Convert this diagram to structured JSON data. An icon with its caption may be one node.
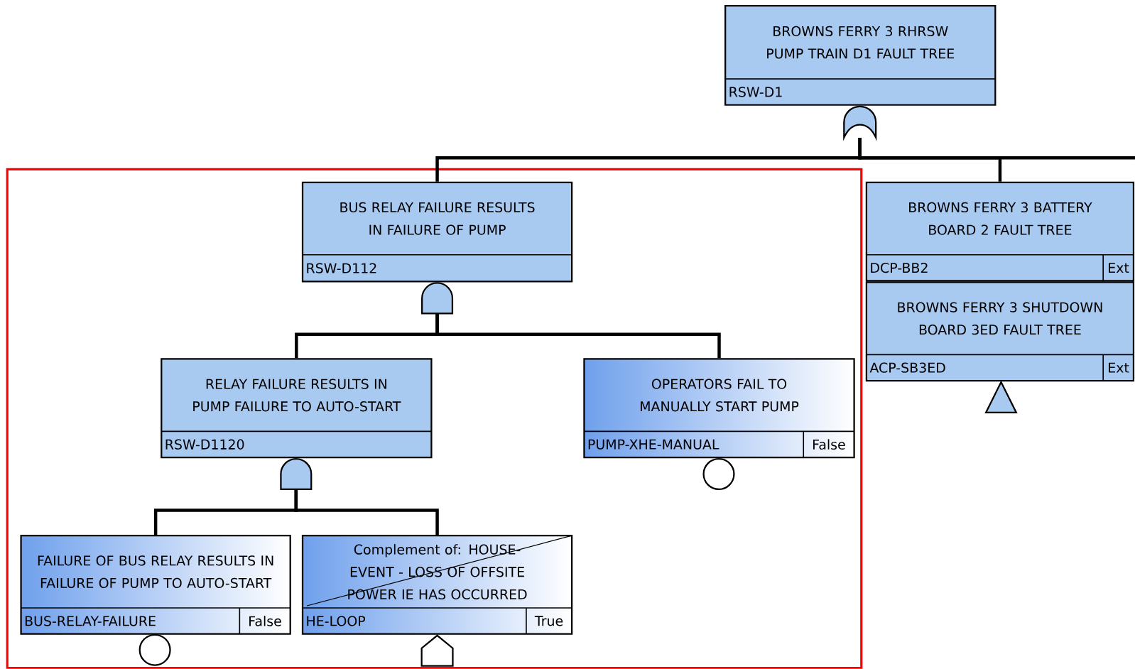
{
  "diagram": {
    "nodes": [
      {
        "text": [
          "BROWNS FERRY 3 RHRSW PUMP TRAIN D1 FAULT TREE",
          "RSW-D1"
        ]
      },
      {
        "text": [],
        "shape": "or-gate"
      },
      {
        "text": [
          "BUS RELAY FAILURE RESULTS IN FAILURE OF PUMP",
          "RSW-D112"
        ]
      },
      {
        "text": [
          "BROWNS FERRY 3 BATTERY BOARD 2 FAULT TREE",
          "DCP-BB2",
          "Ext"
        ]
      },
      {
        "text": [
          "BROWNS FERRY 3 SHUTDOWN BOARD 3ED FAULT TREE",
          "ACP-SB3ED",
          "Ext"
        ]
      },
      {
        "text": [],
        "shape": "triangle"
      },
      {
        "text": [],
        "shape": "and-gate"
      },
      {
        "text": [
          "RELAY FAILURE RESULTS IN PUMP FAILURE TO AUTO-START",
          "RSW-D1120"
        ]
      },
      {
        "text": [
          "OPERATORS FAIL TO MANUALLY START PUMP",
          "PUMP-XHE-MANUAL",
          "False"
        ]
      },
      {
        "text": [],
        "shape": "circle"
      },
      {
        "text": [],
        "shape": "and-gate"
      },
      {
        "text": [
          "FAILURE OF BUS RELAY RESULTS IN FAILURE OF PUMP TO AUTO-START",
          "BUS-RELAY-FAILURE",
          "False"
        ]
      },
      {
        "text": [
          "Complement of: HOUSE-EVENT - LOSS OF OFFSITE POWER IE HAS OCCURRED",
          "HE-LOOP",
          "True"
        ]
      },
      {
        "text": [],
        "shape": "circle"
      },
      {
        "text": [],
        "shape": "house"
      }
    ],
    "edges": [
      {
        "from": 1,
        "to": 2,
        "arrow": "none"
      },
      {
        "from": 1,
        "to": 3,
        "arrow": "none"
      },
      {
        "from": 1,
        "to": null,
        "arrow": "none"
      },
      {
        "from": 6,
        "to": 7,
        "arrow": "none"
      },
      {
        "from": 6,
        "to": 8,
        "arrow": "none"
      },
      {
        "from": 10,
        "to": 11,
        "arrow": "none"
      },
      {
        "from": 10,
        "to": 12,
        "arrow": "none"
      }
    ]
  }
}
